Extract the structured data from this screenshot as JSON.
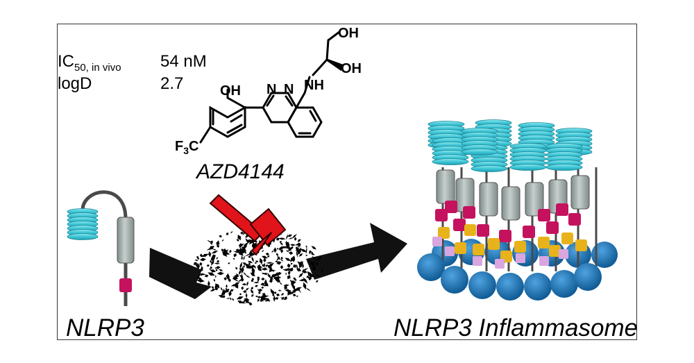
{
  "properties": {
    "ic50_label": "IC",
    "ic50_sub": "50, in vivo",
    "ic50_value": "54 nM",
    "logd_label": "logD",
    "logd_value": "2.7"
  },
  "molecule": {
    "name": "AZD4144",
    "atoms": {
      "oh_top": "OH",
      "oh_mid": "OH",
      "nh": "NH",
      "oh_phenol": "OH",
      "n1": "N",
      "n2": "N",
      "f3c": "F",
      "f3c_sub": "3",
      "f3c_c": "C"
    }
  },
  "labels": {
    "monomer": "NLRP3",
    "complex": "NLRP3 Inflammasome"
  },
  "colors": {
    "cyan": "#3fc6d6",
    "grey": "#9aa6a4",
    "magenta": "#c4125e",
    "gold": "#e8b21a",
    "lilac": "#d9a6df",
    "blue": "#1a73b8",
    "hammer": "#e0141a"
  }
}
